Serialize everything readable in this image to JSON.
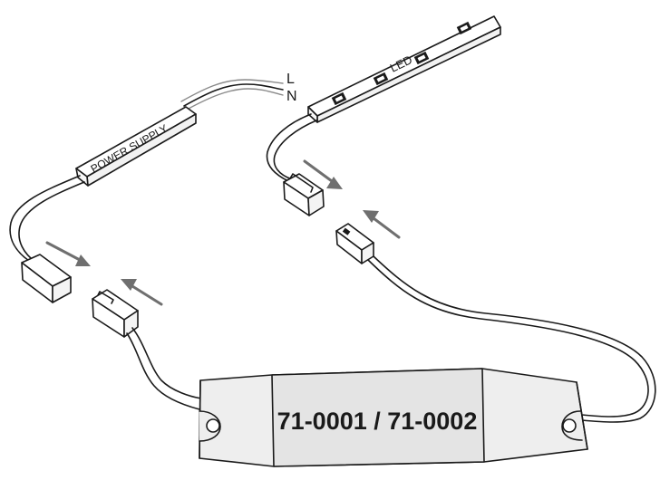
{
  "power_supply": {
    "label": "POWER SUPPLY"
  },
  "mains_wires": {
    "live_label": "L",
    "neutral_label": "N"
  },
  "led_strip": {
    "label": "LED"
  },
  "driver_module": {
    "part_number": "71-0001 / 71-0002"
  },
  "colors": {
    "outline": "#1a1a1a",
    "arrow": "#6f6f6f",
    "driver_body": "#eeeeee",
    "driver_center_panel": "#e4e4e4",
    "led_chip": "#1a1a1a"
  },
  "icons": {
    "arrow_to_left_connector": "arrow-down-right-icon",
    "arrow_from_left_plug": "arrow-up-left-icon",
    "arrow_to_right_connector": "arrow-down-right-icon",
    "arrow_from_right_plug": "arrow-up-left-icon"
  }
}
